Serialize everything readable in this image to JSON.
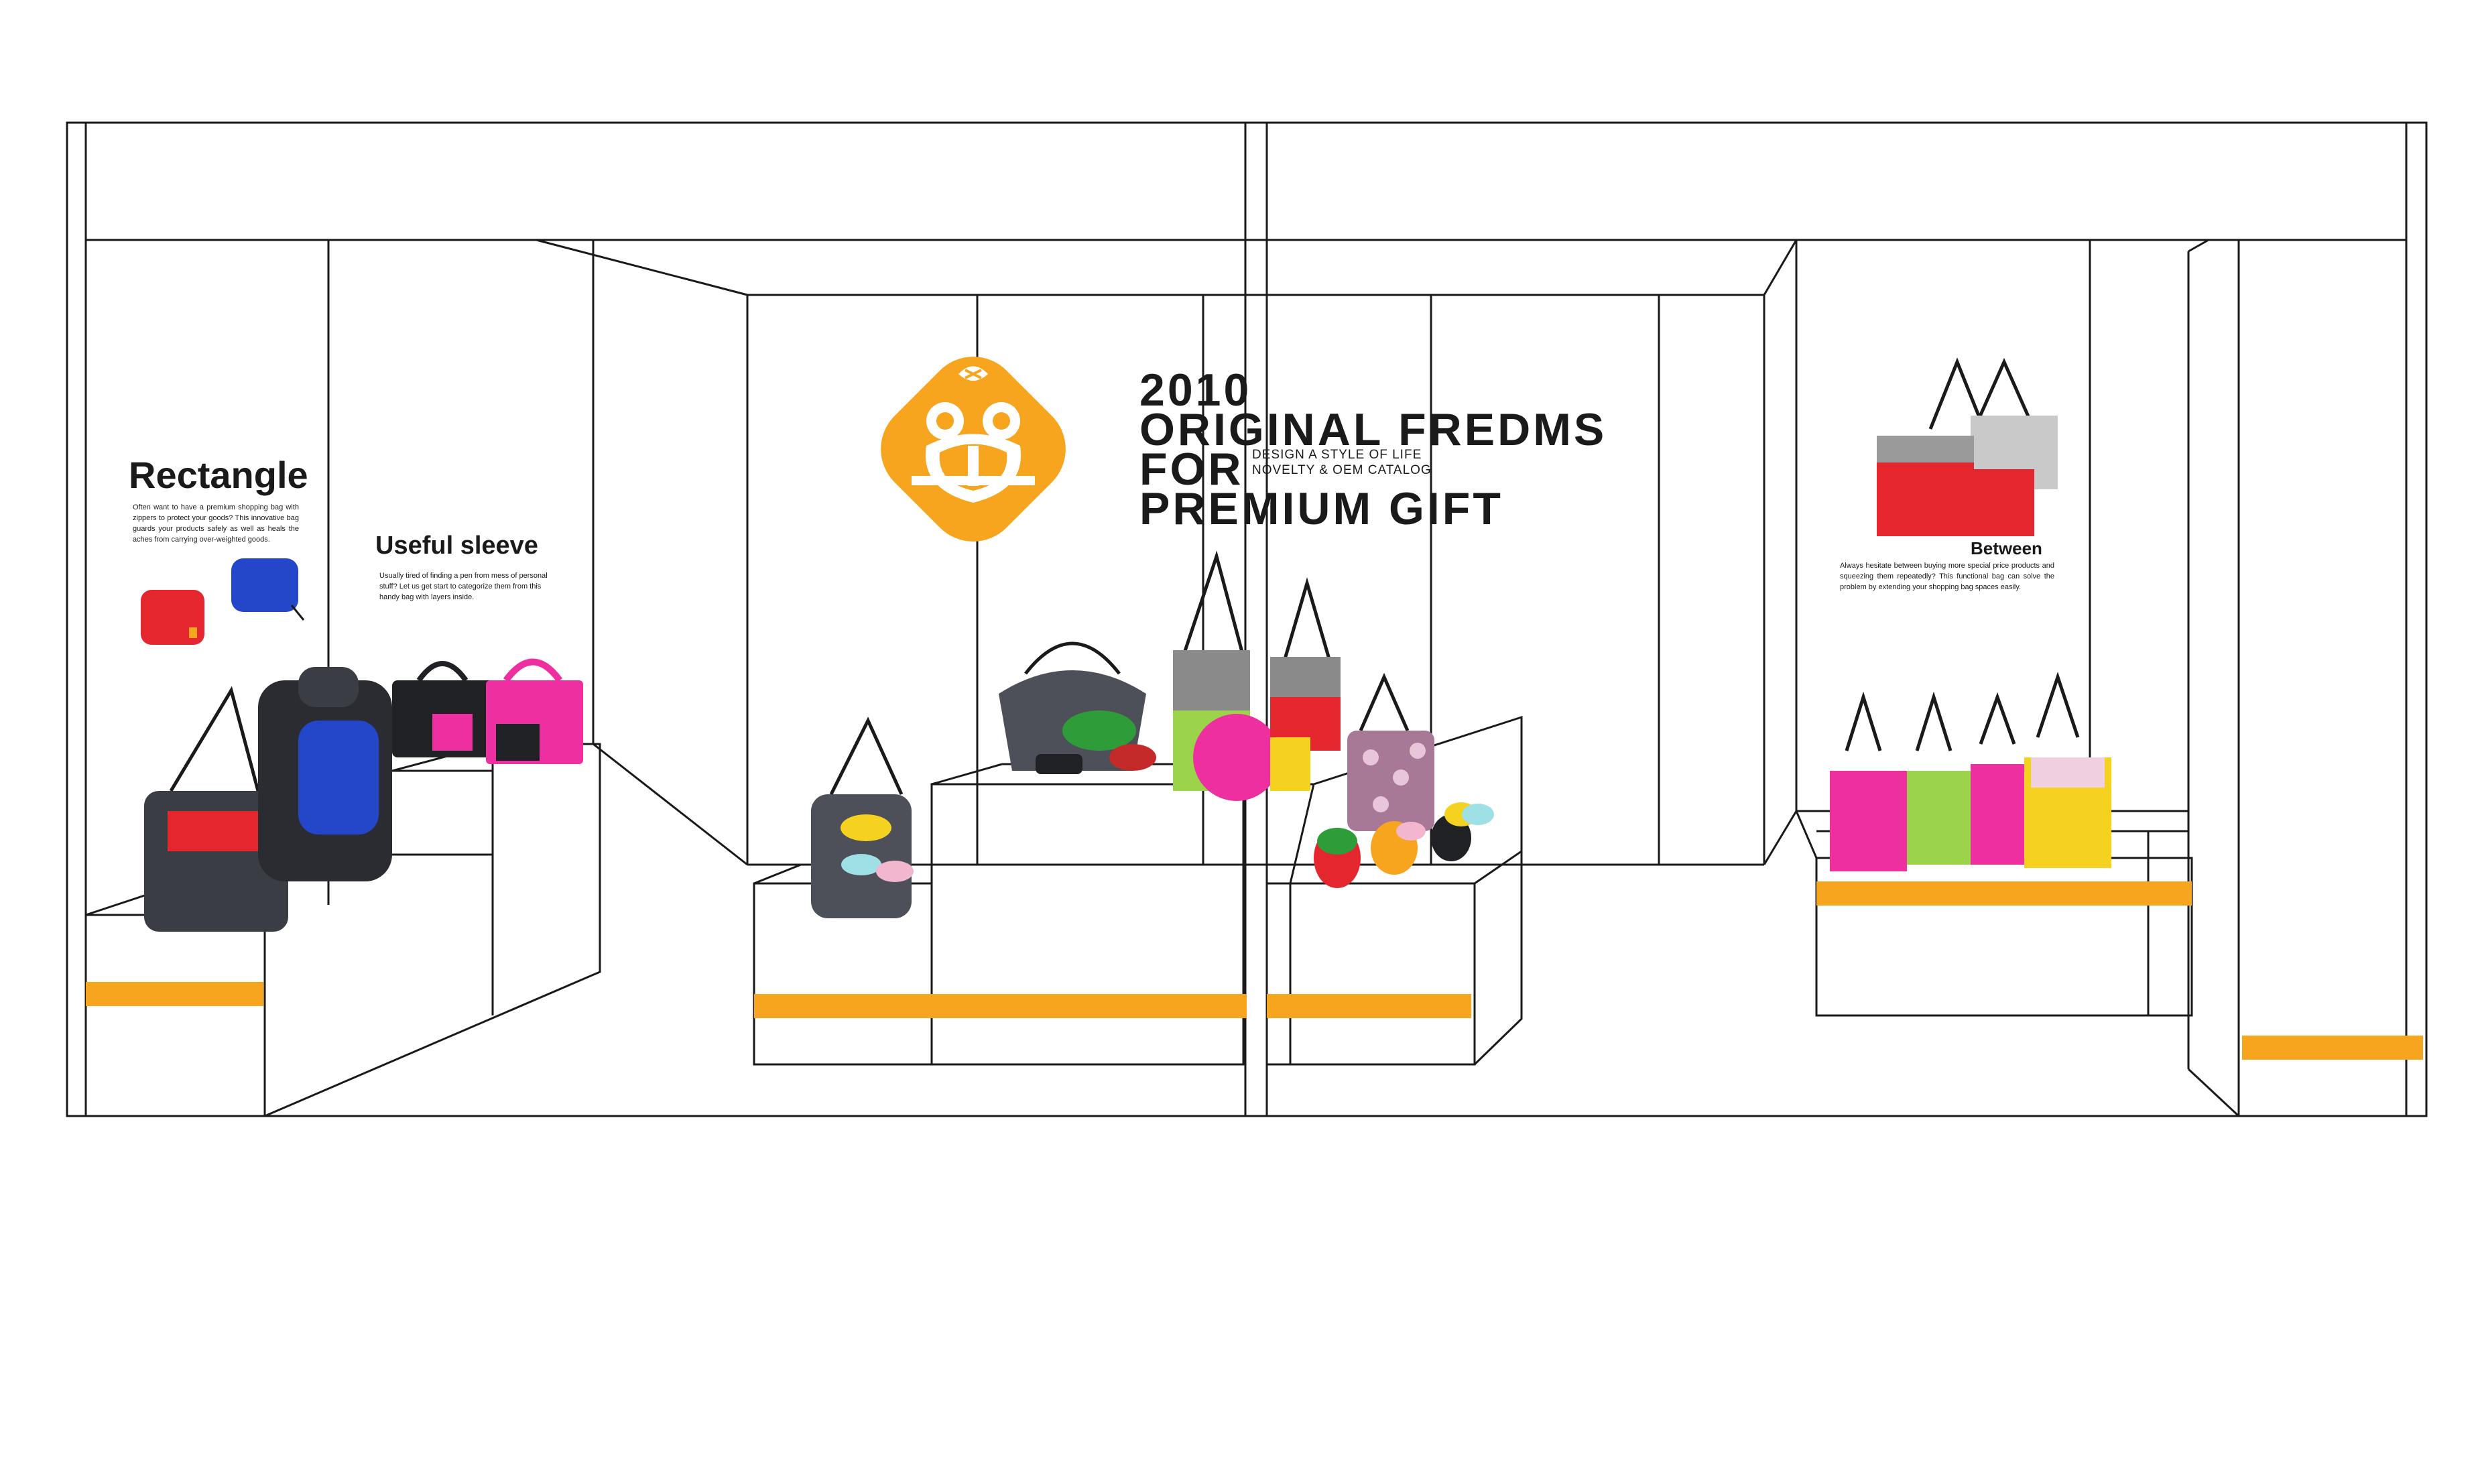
{
  "headline": {
    "line1": "2010",
    "line2": "ORIGINAL  FREDMS",
    "line3": "FOR",
    "line4": "PREMIUM GIFT",
    "tagline1": "DESIGN A STYLE OF LIFE",
    "tagline2": "NOVELTY & OEM CATALOG"
  },
  "logo": {
    "icon": "frog-face-logo-icon"
  },
  "panels": {
    "rectangle": {
      "title": "Rectangle",
      "body": "Often want to have a premium shopping bag with zippers to protect your goods? This innovative bag guards your products safely as well as heals the aches from carrying over-weighted goods."
    },
    "sleeve": {
      "title": "Useful sleeve",
      "body": "Usually tired of finding a pen from mess of personal stuff? Let us get start to categorize them from this handy bag with layers inside."
    },
    "between": {
      "title": "Between",
      "body": "Always hesitate between buying more special price products and squeezing them repeatedly? This functional bag can solve the problem by extending your shopping bag spaces easily."
    }
  },
  "colors": {
    "accent": "#f7a51f",
    "line": "#1a1a1a",
    "bag_red": "#e4262f",
    "bag_blue": "#2446c8",
    "bag_pink": "#ee2fa0",
    "bag_green": "#9bd34a",
    "bag_yellow": "#f6d220",
    "bag_dark": "#3a3d44"
  }
}
